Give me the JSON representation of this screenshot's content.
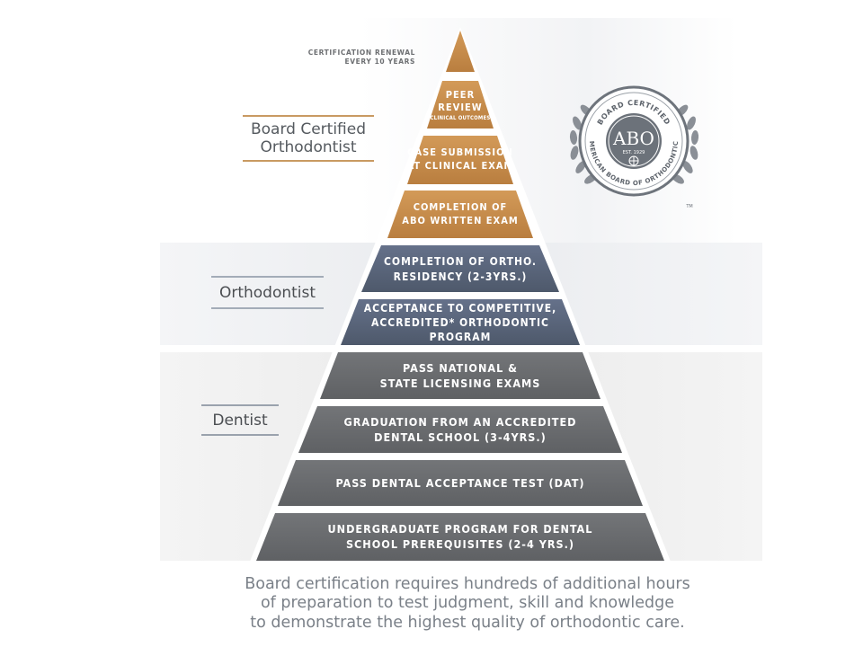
{
  "renewal_note": "CERTIFICATION RENEWAL\nEVERY 10 YEARS",
  "categories": {
    "board": "Board Certified\nOrthodontist",
    "orthodontist": "Orthodontist",
    "dentist": "Dentist"
  },
  "tiers": {
    "peer_review": {
      "title": "PEER\nREVIEW",
      "subtitle": "(CLINICAL OUTCOMES)"
    },
    "case_submission": "CASE SUBMISSION\nAT CLINICAL EXAM",
    "written_exam": "COMPLETION OF\nABO WRITTEN EXAM",
    "residency": "COMPLETION OF ORTHO.\nRESIDENCY (2-3YRS.)",
    "acceptance_program": "ACCEPTANCE TO COMPETITIVE,\nACCREDITED* ORTHODONTIC PROGRAM",
    "licensing": "PASS NATIONAL &\nSTATE LICENSING EXAMS",
    "graduation": "GRADUATION FROM AN ACCREDITED\nDENTAL SCHOOL (3-4YRS.)",
    "dat": "PASS DENTAL ACCEPTANCE TEST (DAT)",
    "undergrad": "UNDERGRADUATE PROGRAM FOR DENTAL\nSCHOOL PREREQUISITES (2-4 YRS.)"
  },
  "seal": {
    "top_text": "BOARD CERTIFIED",
    "bottom_text": "AMERICAN BOARD OF ORTHODONTICS",
    "abbr": "ABO",
    "est": "EST. 1929",
    "tm": "TM"
  },
  "caption": [
    "Board certification requires hundreds of additional hours",
    "of preparation to test judgment, skill and knowledge",
    "to demonstrate the highest quality of orthodontic care."
  ],
  "colors": {
    "gold": "#c58a4a",
    "slate": "#5b6677",
    "gray": "#6a6c70"
  }
}
